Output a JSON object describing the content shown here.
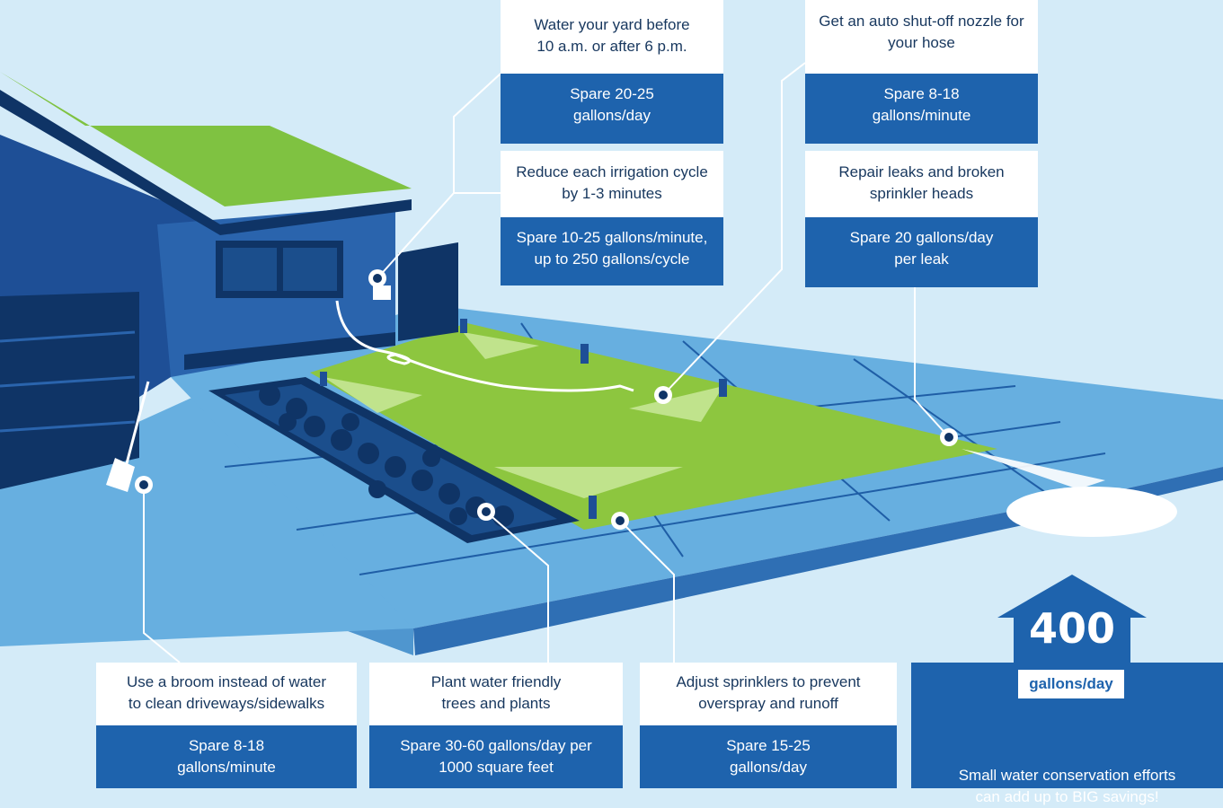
{
  "tips": {
    "water_time": {
      "question_lines": [
        "Water your yard before",
        "10 a.m. or after 6 p.m."
      ],
      "answer_lines": [
        "Spare 20-25",
        "gallons/day"
      ]
    },
    "irrigation": {
      "question_lines": [
        "Reduce each irrigation cycle",
        "by 1-3 minutes"
      ],
      "answer_lines": [
        "Spare 10-25 gallons/minute,",
        "up to 250 gallons/cycle"
      ]
    },
    "nozzle": {
      "question_lines": [
        "Get an auto shut-off nozzle for",
        "your hose"
      ],
      "answer_lines": [
        "Spare 8-18",
        "gallons/minute"
      ]
    },
    "leaks": {
      "question_lines": [
        "Repair leaks and broken",
        "sprinkler heads"
      ],
      "answer_lines": [
        "Spare 20 gallons/day",
        "per leak"
      ]
    },
    "broom": {
      "question_lines": [
        "Use a broom instead of water",
        "to clean driveways/sidewalks"
      ],
      "answer_lines": [
        "Spare 8-18",
        "gallons/minute"
      ]
    },
    "plants": {
      "question_lines": [
        "Plant water friendly",
        "trees and plants"
      ],
      "answer_lines": [
        "Spare 30-60 gallons/day per",
        "1000 square feet"
      ]
    },
    "sprinklers": {
      "question_lines": [
        "Adjust sprinklers to prevent",
        "overspray and runoff"
      ],
      "answer_lines": [
        "Spare 15-25",
        "gallons/day"
      ]
    }
  },
  "summary": {
    "total_number": "400",
    "total_unit": "gallons/day",
    "message_lines": [
      "Small water conservation efforts",
      "can add up to BIG savings!"
    ]
  },
  "colors": {
    "background": "#d4ebf8",
    "house_blue": "#1e4f96",
    "house_dark": "#0f3466",
    "lawn_green": "#8dc63f",
    "pavement": "#67afe0",
    "answer_box": "#1e63ad",
    "question_text": "#17375e"
  },
  "icons": [
    "house-icon",
    "garage-door-icon",
    "window-icon",
    "water-meter-icon",
    "hose-icon",
    "sprinkler-head-icon",
    "broom-icon",
    "plant-bed-icon",
    "callout-marker-icon"
  ]
}
